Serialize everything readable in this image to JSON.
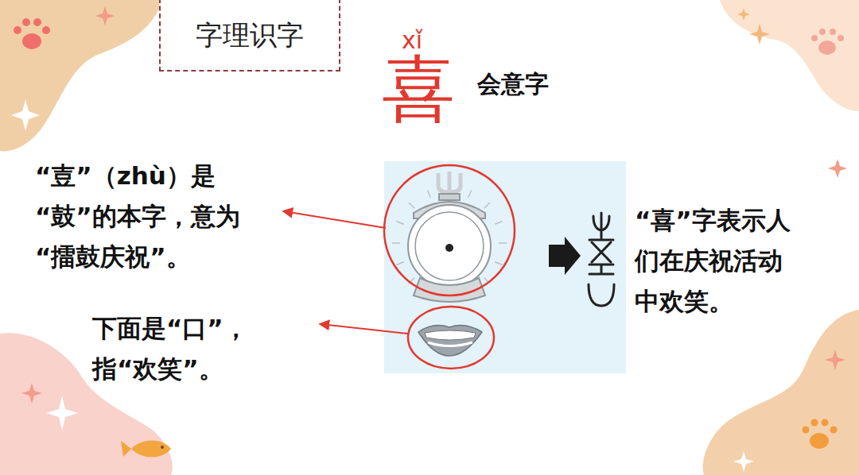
{
  "diagram": {
    "nodes": [
      {
        "text": [
          "字理识字"
        ]
      }
    ],
    "labels": [
      "xǐ",
      "喜",
      "会意字",
      "“壴”（zhù）是 “鼓”的本字，意为 “擂鼓庆祝”。",
      "下面是“口”， 指“欢笑”。",
      "“喜”字表示人 们在庆祝活动 中欢笑。"
    ]
  }
}
